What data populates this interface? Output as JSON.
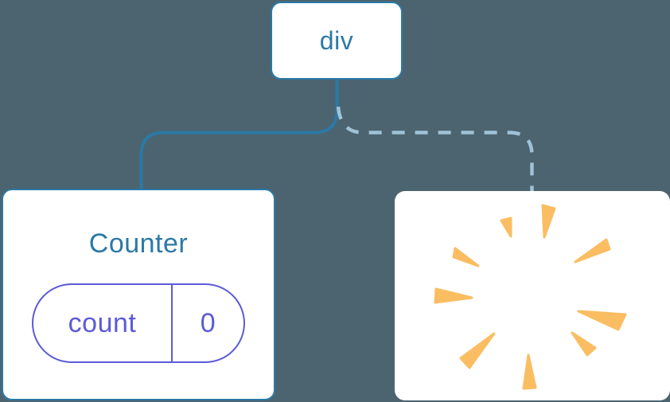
{
  "diagram": {
    "description": "component tree: div root keeps Counter with state, second child removed (poof)",
    "background_color": "#4C646F",
    "root": {
      "label": "div"
    },
    "counter": {
      "title": "Counter",
      "state": {
        "key": "count",
        "value": "0"
      }
    },
    "removed": {
      "icon": "poof-burst-icon",
      "spark_color": "#FABD62"
    },
    "edges": [
      {
        "from": "div",
        "to": "Counter",
        "style": "solid",
        "color": "#2B79A6"
      },
      {
        "from": "div",
        "to": "removed-node",
        "style": "dashed",
        "color": "#9FC2D6"
      }
    ],
    "colors": {
      "node_border": "#2B79A6",
      "node_text": "#2B79A6",
      "state_accent": "#5B5BD6",
      "card_background": "#FFFFFF"
    }
  }
}
